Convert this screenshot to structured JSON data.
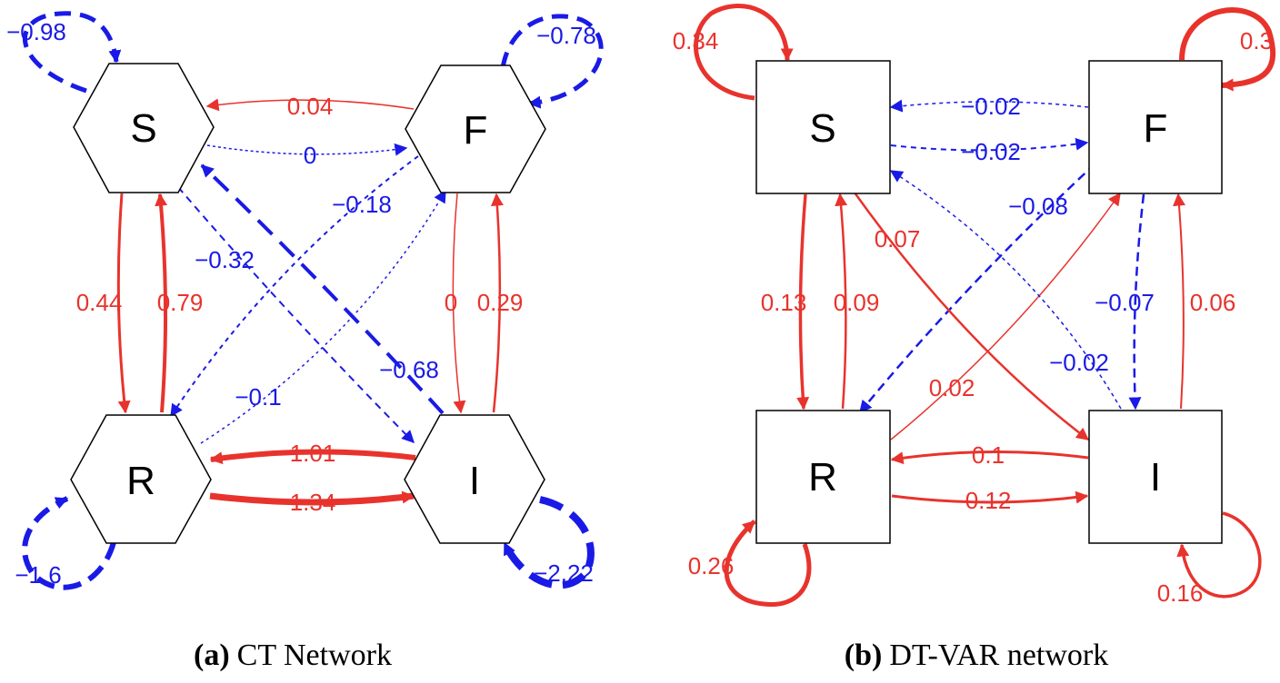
{
  "colors": {
    "positive": "#e8332d",
    "negative": "#1a1ae6",
    "node_stroke": "#000000"
  },
  "panel_a": {
    "caption_tag": "(a)",
    "caption_text": "CT Network",
    "nodes": {
      "S": "S",
      "F": "F",
      "R": "R",
      "I": "I"
    },
    "edges": [
      {
        "from": "S",
        "to": "S",
        "label": "−0.98",
        "sign": "negative"
      },
      {
        "from": "F",
        "to": "F",
        "label": "−0.78",
        "sign": "negative"
      },
      {
        "from": "R",
        "to": "R",
        "label": "−1.6",
        "sign": "negative"
      },
      {
        "from": "I",
        "to": "I",
        "label": "−2.22",
        "sign": "negative"
      },
      {
        "from": "F",
        "to": "S",
        "label": "0.04",
        "sign": "positive"
      },
      {
        "from": "S",
        "to": "F",
        "label": "0",
        "sign": "negative"
      },
      {
        "from": "S",
        "to": "R",
        "label": "0.44",
        "sign": "positive"
      },
      {
        "from": "R",
        "to": "S",
        "label": "0.79",
        "sign": "positive"
      },
      {
        "from": "F",
        "to": "I",
        "label": "0",
        "sign": "positive"
      },
      {
        "from": "I",
        "to": "F",
        "label": "0.29",
        "sign": "positive"
      },
      {
        "from": "I",
        "to": "R",
        "label": "1.01",
        "sign": "positive"
      },
      {
        "from": "R",
        "to": "I",
        "label": "1.34",
        "sign": "positive"
      },
      {
        "from": "F",
        "to": "R",
        "label": "−0.18",
        "sign": "negative"
      },
      {
        "from": "R",
        "to": "F",
        "label": "−0.1",
        "sign": "negative"
      },
      {
        "from": "S",
        "to": "I",
        "label": "−0.32",
        "sign": "negative"
      },
      {
        "from": "I",
        "to": "S",
        "label": "−0.68",
        "sign": "negative"
      }
    ]
  },
  "panel_b": {
    "caption_tag": "(b)",
    "caption_text": "DT-VAR network",
    "nodes": {
      "S": "S",
      "F": "F",
      "R": "R",
      "I": "I"
    },
    "edges": [
      {
        "from": "S",
        "to": "S",
        "label": "0.34",
        "sign": "positive"
      },
      {
        "from": "F",
        "to": "F",
        "label": "0.3",
        "sign": "positive"
      },
      {
        "from": "R",
        "to": "R",
        "label": "0.26",
        "sign": "positive"
      },
      {
        "from": "I",
        "to": "I",
        "label": "0.16",
        "sign": "positive"
      },
      {
        "from": "F",
        "to": "S",
        "label": "−0.02",
        "sign": "negative"
      },
      {
        "from": "S",
        "to": "F",
        "label": "−0.02",
        "sign": "negative"
      },
      {
        "from": "S",
        "to": "R",
        "label": "0.13",
        "sign": "positive"
      },
      {
        "from": "R",
        "to": "S",
        "label": "0.09",
        "sign": "positive"
      },
      {
        "from": "F",
        "to": "I",
        "label": "−0.07",
        "sign": "negative"
      },
      {
        "from": "I",
        "to": "F",
        "label": "0.06",
        "sign": "positive"
      },
      {
        "from": "I",
        "to": "R",
        "label": "0.1",
        "sign": "positive"
      },
      {
        "from": "R",
        "to": "I",
        "label": "0.12",
        "sign": "positive"
      },
      {
        "from": "F",
        "to": "R",
        "label": "−0.08",
        "sign": "negative"
      },
      {
        "from": "R",
        "to": "F",
        "label": "0.02",
        "sign": "positive"
      },
      {
        "from": "S",
        "to": "I",
        "label": "0.07",
        "sign": "positive"
      },
      {
        "from": "I",
        "to": "S",
        "label": "−0.02",
        "sign": "negative"
      }
    ]
  }
}
